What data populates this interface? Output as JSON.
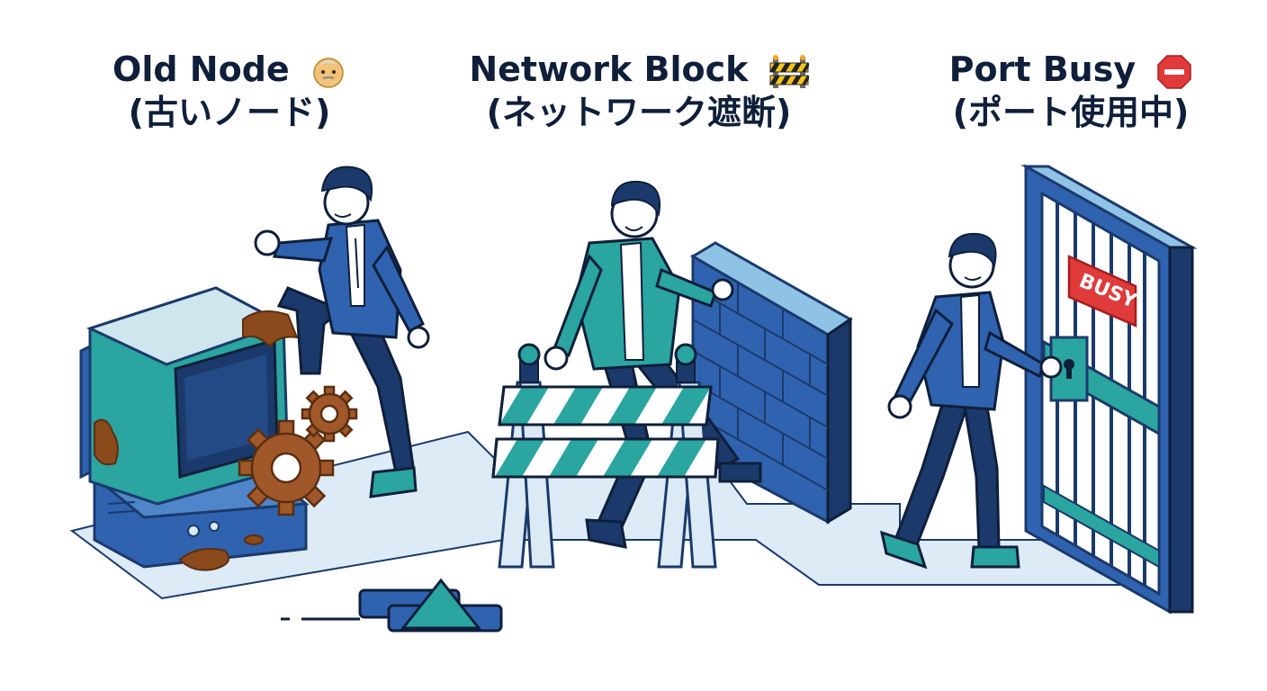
{
  "panels": [
    {
      "title": "Old Node",
      "subtitle": "(古いノード)",
      "icon": "old-man-emoji"
    },
    {
      "title": "Network Block",
      "subtitle": "(ネットワーク遮断)",
      "icon": "construction-barrier-emoji"
    },
    {
      "title": "Port Busy",
      "subtitle": "(ポート使用中)",
      "icon": "stop-sign-emoji"
    }
  ],
  "door_sign": "BUSY",
  "colors": {
    "navy": "#1b3a6b",
    "blue": "#2f63b0",
    "teal": "#2aa5a0",
    "light_blue": "#dbeaf5",
    "rust": "#8a4a1c",
    "red": "#e03a3a"
  }
}
